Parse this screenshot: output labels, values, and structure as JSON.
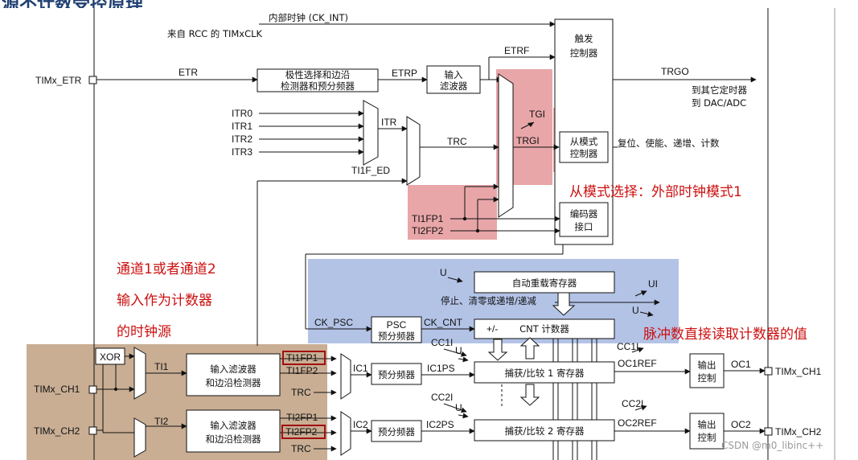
{
  "title": "源不计数受控原理",
  "top": {
    "ck_int": "内部时钟 (CK_INT)",
    "rcc": "来自 RCC 的 TIMxCLK"
  },
  "pins": {
    "etr": "TIMx_ETR",
    "ch1_in": "TIMx_CH1",
    "ch2_in": "TIMx_CH2",
    "ch1_out": "TIMx_CH1",
    "ch2_out": "TIMx_CH2"
  },
  "signals": {
    "etr": "ETR",
    "etrp": "ETRP",
    "etrf": "ETRF",
    "trgo": "TRGO",
    "itr0": "ITR0",
    "itr1": "ITR1",
    "itr2": "ITR2",
    "itr3": "ITR3",
    "itr": "ITR",
    "trc": "TRC",
    "ti1f_ed": "TI1F_ED",
    "tgi": "TGI",
    "trgi": "TRGI",
    "ti1fp1": "TI1FP1",
    "ti2fp2": "TI2FP2",
    "u1": "U",
    "ui": "UI",
    "u2": "U",
    "ck_psc": "CK_PSC",
    "ck_cnt": "CK_CNT",
    "cc1i_a": "CC1I",
    "cc1i_b": "CC1I",
    "u3": "U",
    "cc2i_a": "CC2I",
    "cc2i_b": "CC2I",
    "u4": "U",
    "xor": "XOR",
    "ti1": "TI1",
    "ti2": "TI2",
    "ch1_ti1fp1": "TI1FP1",
    "ch1_ti1fp2": "TI1FP2",
    "ch1_trc": "TRC",
    "ch2_ti2fp1": "TI2FP1",
    "ch2_ti2fp2": "TI2FP2",
    "ch2_trc": "TRC",
    "ic1": "IC1",
    "ic2": "IC2",
    "ic1ps": "IC1PS",
    "ic2ps": "IC2PS",
    "oc1ref": "OC1REF",
    "oc2ref": "OC2REF",
    "oc1": "OC1",
    "oc2": "OC2"
  },
  "blocks": {
    "polarity_l1": "极性选择和边沿",
    "polarity_l2": "检测器和预分频器",
    "infilter_l1": "输入",
    "infilter_l2": "滤波器",
    "trigger_l1": "触发",
    "trigger_l2": "控制器",
    "slave_l1": "从模式",
    "slave_l2": "控制器",
    "encoder_l1": "编码器",
    "encoder_l2": "接口",
    "arr": "自动重载寄存器",
    "psc": "PSC",
    "psc_sub": "预分频器",
    "cnt_pm": "+/-",
    "cnt": "CNT 计数器",
    "cnt_modes": "停止、清零或递增/递减",
    "ch1_filter_l1": "输入滤波器",
    "ch1_filter_l2": "和边沿检测器",
    "ch2_filter_l1": "输入滤波器",
    "ch2_filter_l2": "和边沿检测器",
    "prescaler1": "预分频器",
    "prescaler2": "预分频器",
    "ccr1": "捕获/比较 1 寄存器",
    "ccr2": "捕获/比较 2 寄存器",
    "out1_l1": "输出",
    "out1_l2": "控制",
    "out2_l1": "输出",
    "out2_l2": "控制",
    "to_timer_l1": "到其它定时器",
    "to_timer_l2": "到 DAC/ADC",
    "slave_actions": "复位、使能、递增、计数"
  },
  "annotations": {
    "slave_select": "从模式选择：外部时钟模式1",
    "channel_l1": "通道1或者通道2",
    "channel_l2": "输入作为计数器",
    "channel_l3": "的时钟源",
    "read_counter": "脉冲数直接读取计数器的值"
  },
  "watermark": "CSDN @m0_libinc++",
  "colors": {
    "slave_highlight": "#e8a6a8",
    "counter_highlight": "#b3c3e6",
    "channel_highlight": "#c9ae94",
    "annotation_red": "#cc1010",
    "outline_red": "#a01010"
  }
}
